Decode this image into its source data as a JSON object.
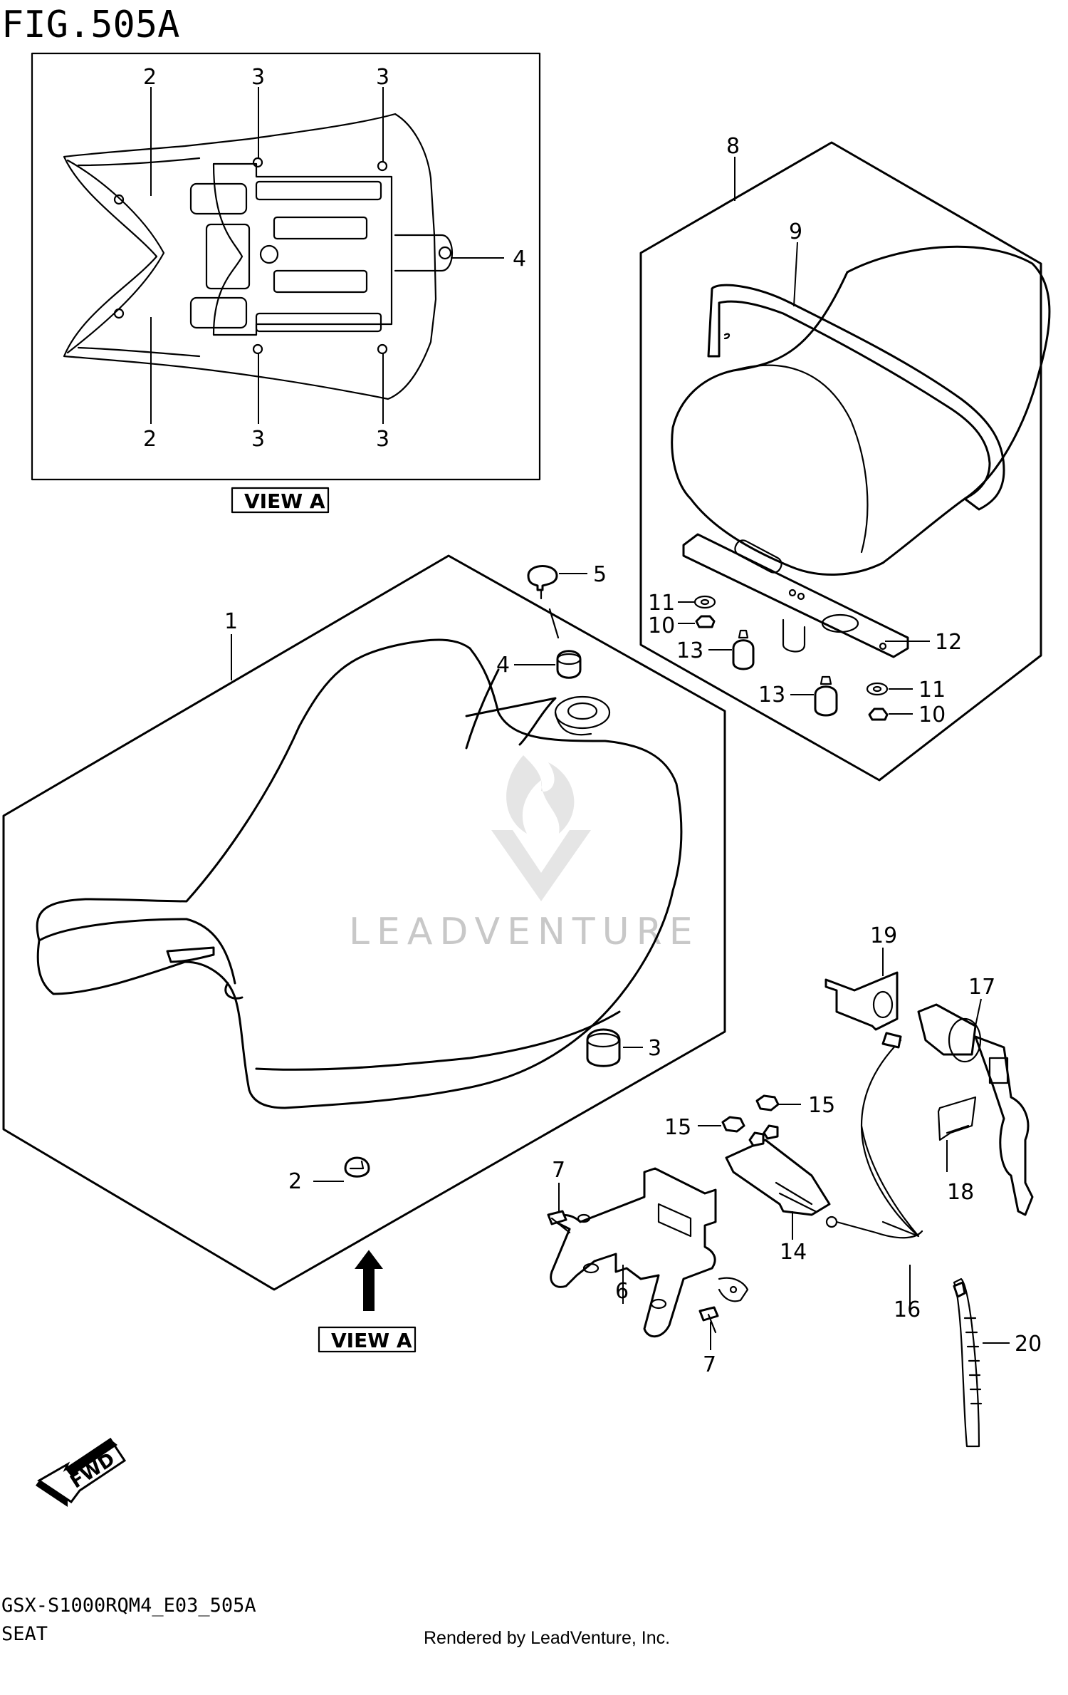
{
  "figure": {
    "title": "FIG.505A",
    "model_code": "GSX-S1000RQM4_E03_505A",
    "section_name": "SEAT",
    "rendered_by": "Rendered by LeadVenture, Inc.",
    "watermark": "LEADVENTURE"
  },
  "view_a": {
    "label": "VIEW A",
    "callouts": [
      "2",
      "3",
      "3",
      "4",
      "2",
      "3",
      "3"
    ]
  },
  "view_a_arrow_label": "VIEW A",
  "fwd_label": "FWD",
  "callouts": [
    {
      "id": "1",
      "label": "1"
    },
    {
      "id": "2",
      "label": "2"
    },
    {
      "id": "3",
      "label": "3"
    },
    {
      "id": "4",
      "label": "4"
    },
    {
      "id": "5",
      "label": "5"
    },
    {
      "id": "6",
      "label": "6"
    },
    {
      "id": "7a",
      "label": "7"
    },
    {
      "id": "7b",
      "label": "7"
    },
    {
      "id": "8",
      "label": "8"
    },
    {
      "id": "9",
      "label": "9"
    },
    {
      "id": "10a",
      "label": "10"
    },
    {
      "id": "10b",
      "label": "10"
    },
    {
      "id": "11a",
      "label": "11"
    },
    {
      "id": "11b",
      "label": "11"
    },
    {
      "id": "12",
      "label": "12"
    },
    {
      "id": "13a",
      "label": "13"
    },
    {
      "id": "13b",
      "label": "13"
    },
    {
      "id": "14",
      "label": "14"
    },
    {
      "id": "15a",
      "label": "15"
    },
    {
      "id": "15b",
      "label": "15"
    },
    {
      "id": "16",
      "label": "16"
    },
    {
      "id": "17",
      "label": "17"
    },
    {
      "id": "18",
      "label": "18"
    },
    {
      "id": "19",
      "label": "19"
    },
    {
      "id": "20",
      "label": "20"
    }
  ]
}
